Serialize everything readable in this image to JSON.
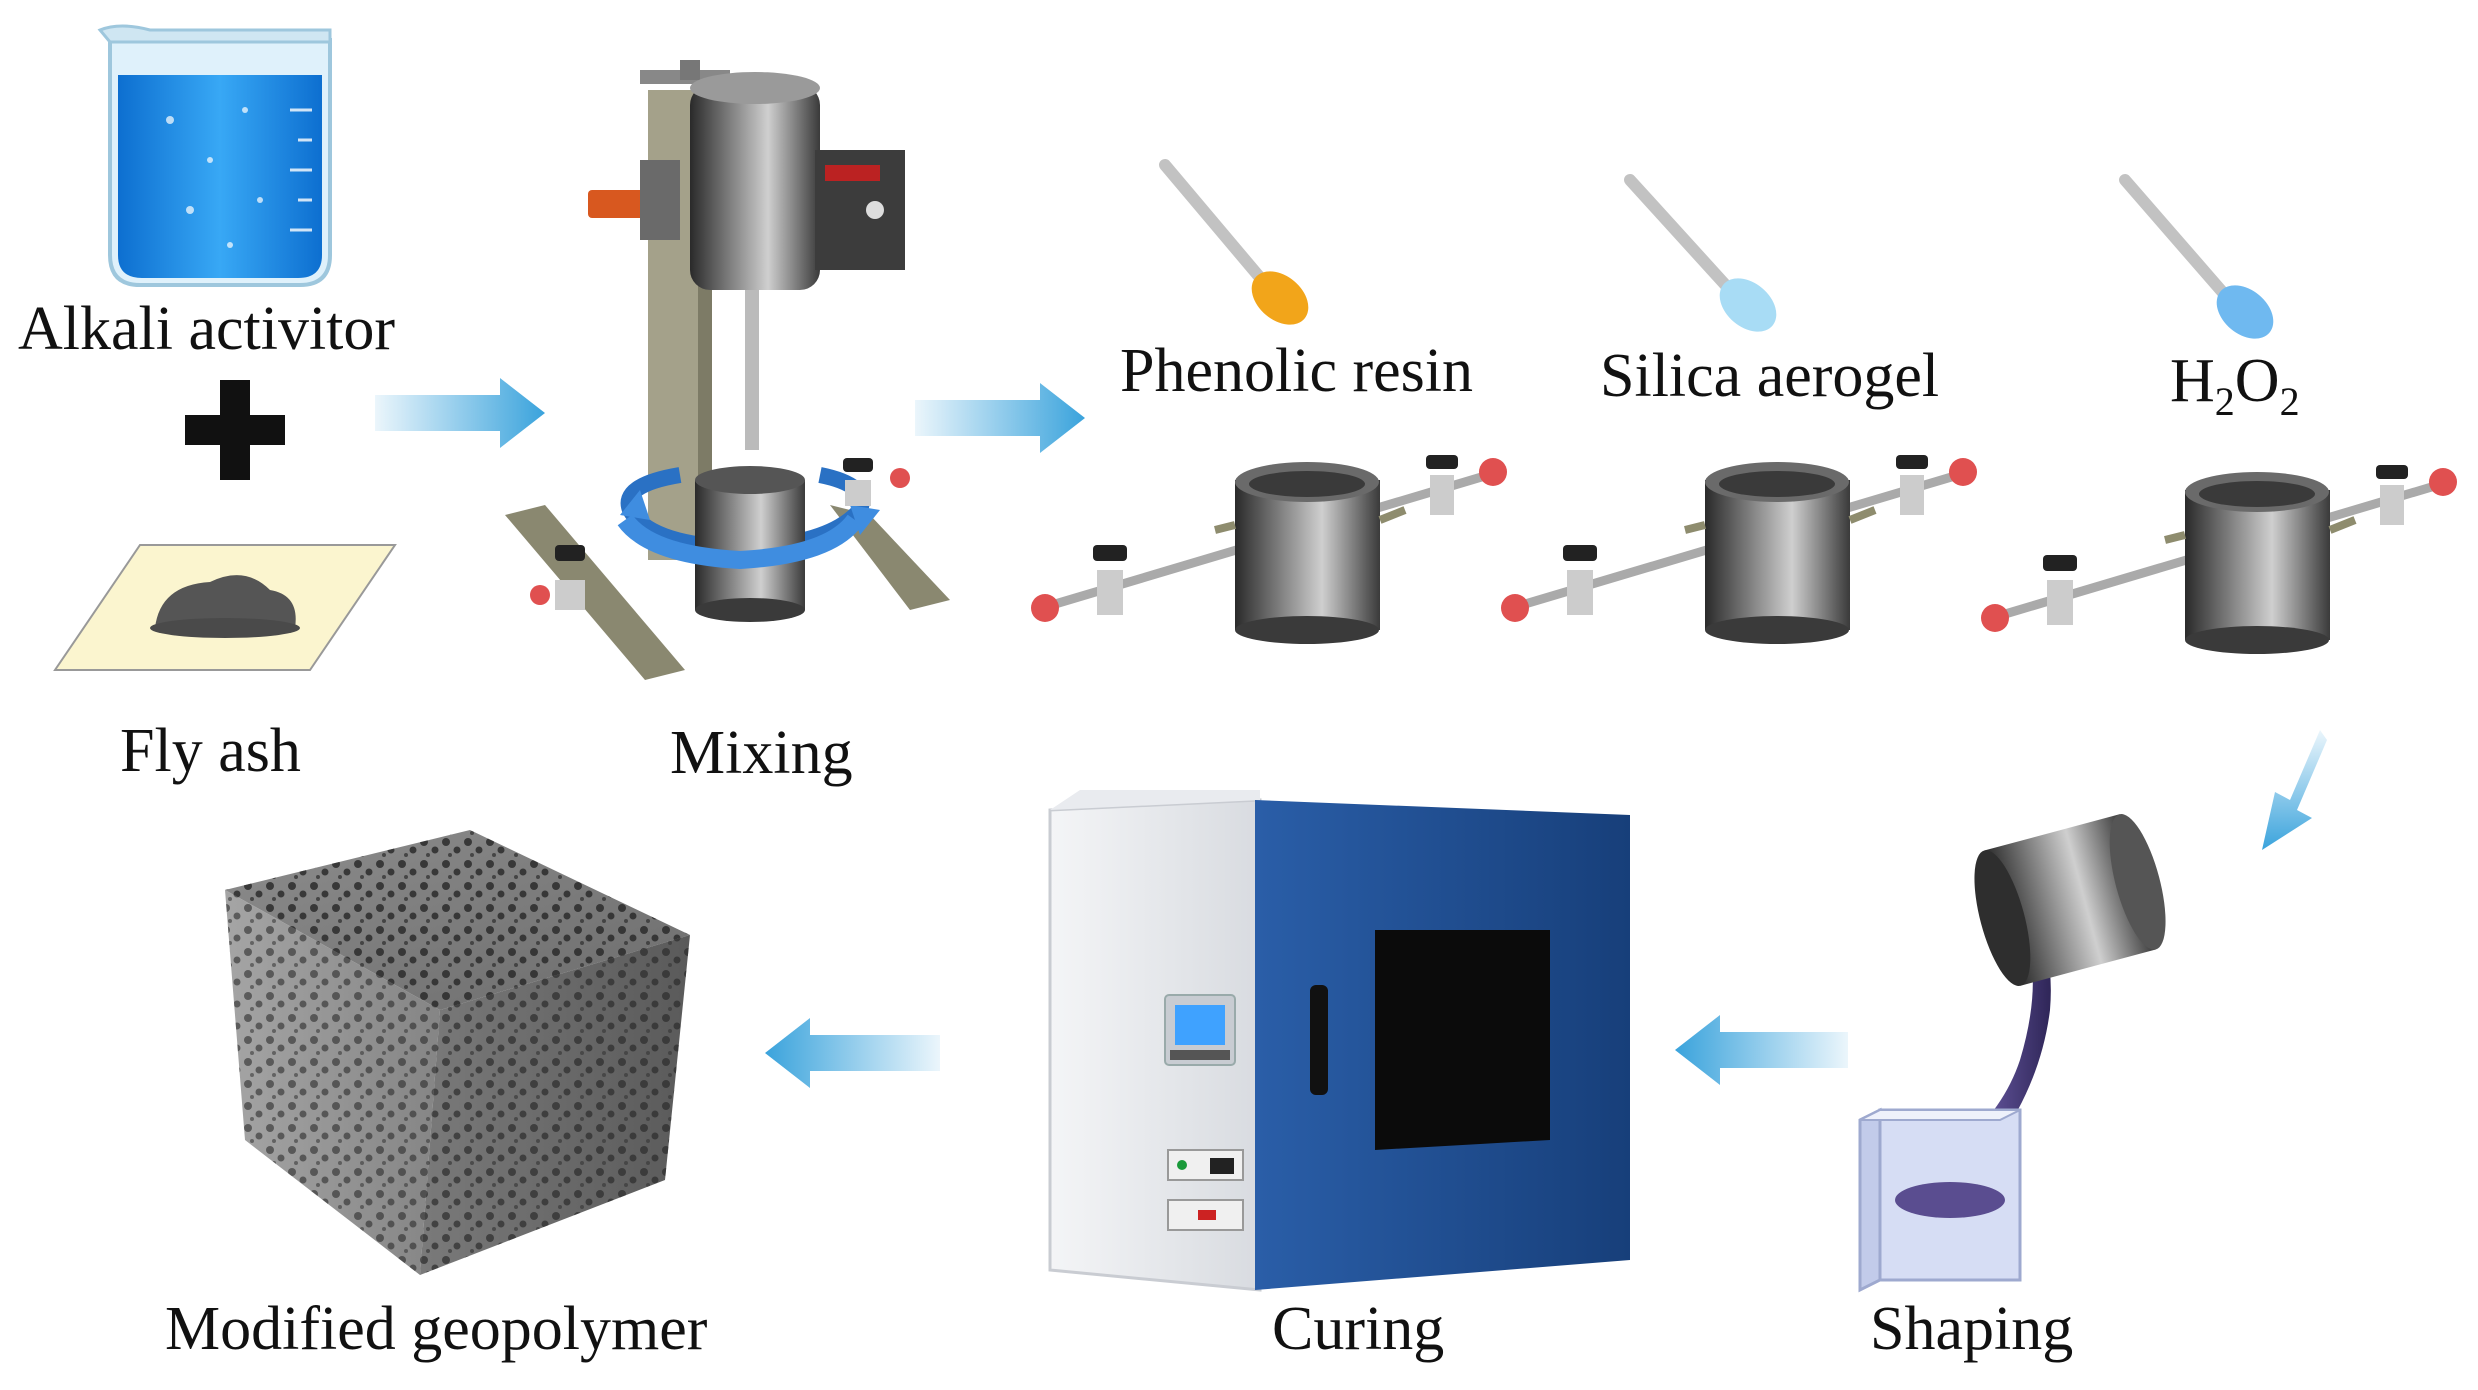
{
  "colors": {
    "arrow": "#3aa3dc",
    "liquid_blue": "#1e8ee6",
    "resin_orange": "#f2a51a",
    "aerogel_blue": "#a8dcf5",
    "h2o2_blue": "#6fb9f0",
    "container_gray": "#5f5f5f",
    "oven_door": "#1f4f95",
    "slurry_purple": "#4a3f78"
  },
  "labels": {
    "alkali": "Alkali activitor",
    "flyash": "Fly ash",
    "mixing": "Mixing",
    "phenolic": "Phenolic resin",
    "silica": "Silica aerogel",
    "h2o2_h": "H",
    "h2o2_sub1": "2",
    "h2o2_o": "O",
    "h2o2_sub2": "2",
    "modified": "Modified geopolymer",
    "curing": "Curing",
    "shaping": "Shaping"
  },
  "icons": [
    "beaker-icon",
    "plus-icon",
    "fly-ash-sheet-icon",
    "mixer-icon",
    "spoon-icon",
    "container-icon",
    "oven-icon",
    "mould-icon",
    "geopolymer-cube-icon",
    "process-arrow"
  ]
}
